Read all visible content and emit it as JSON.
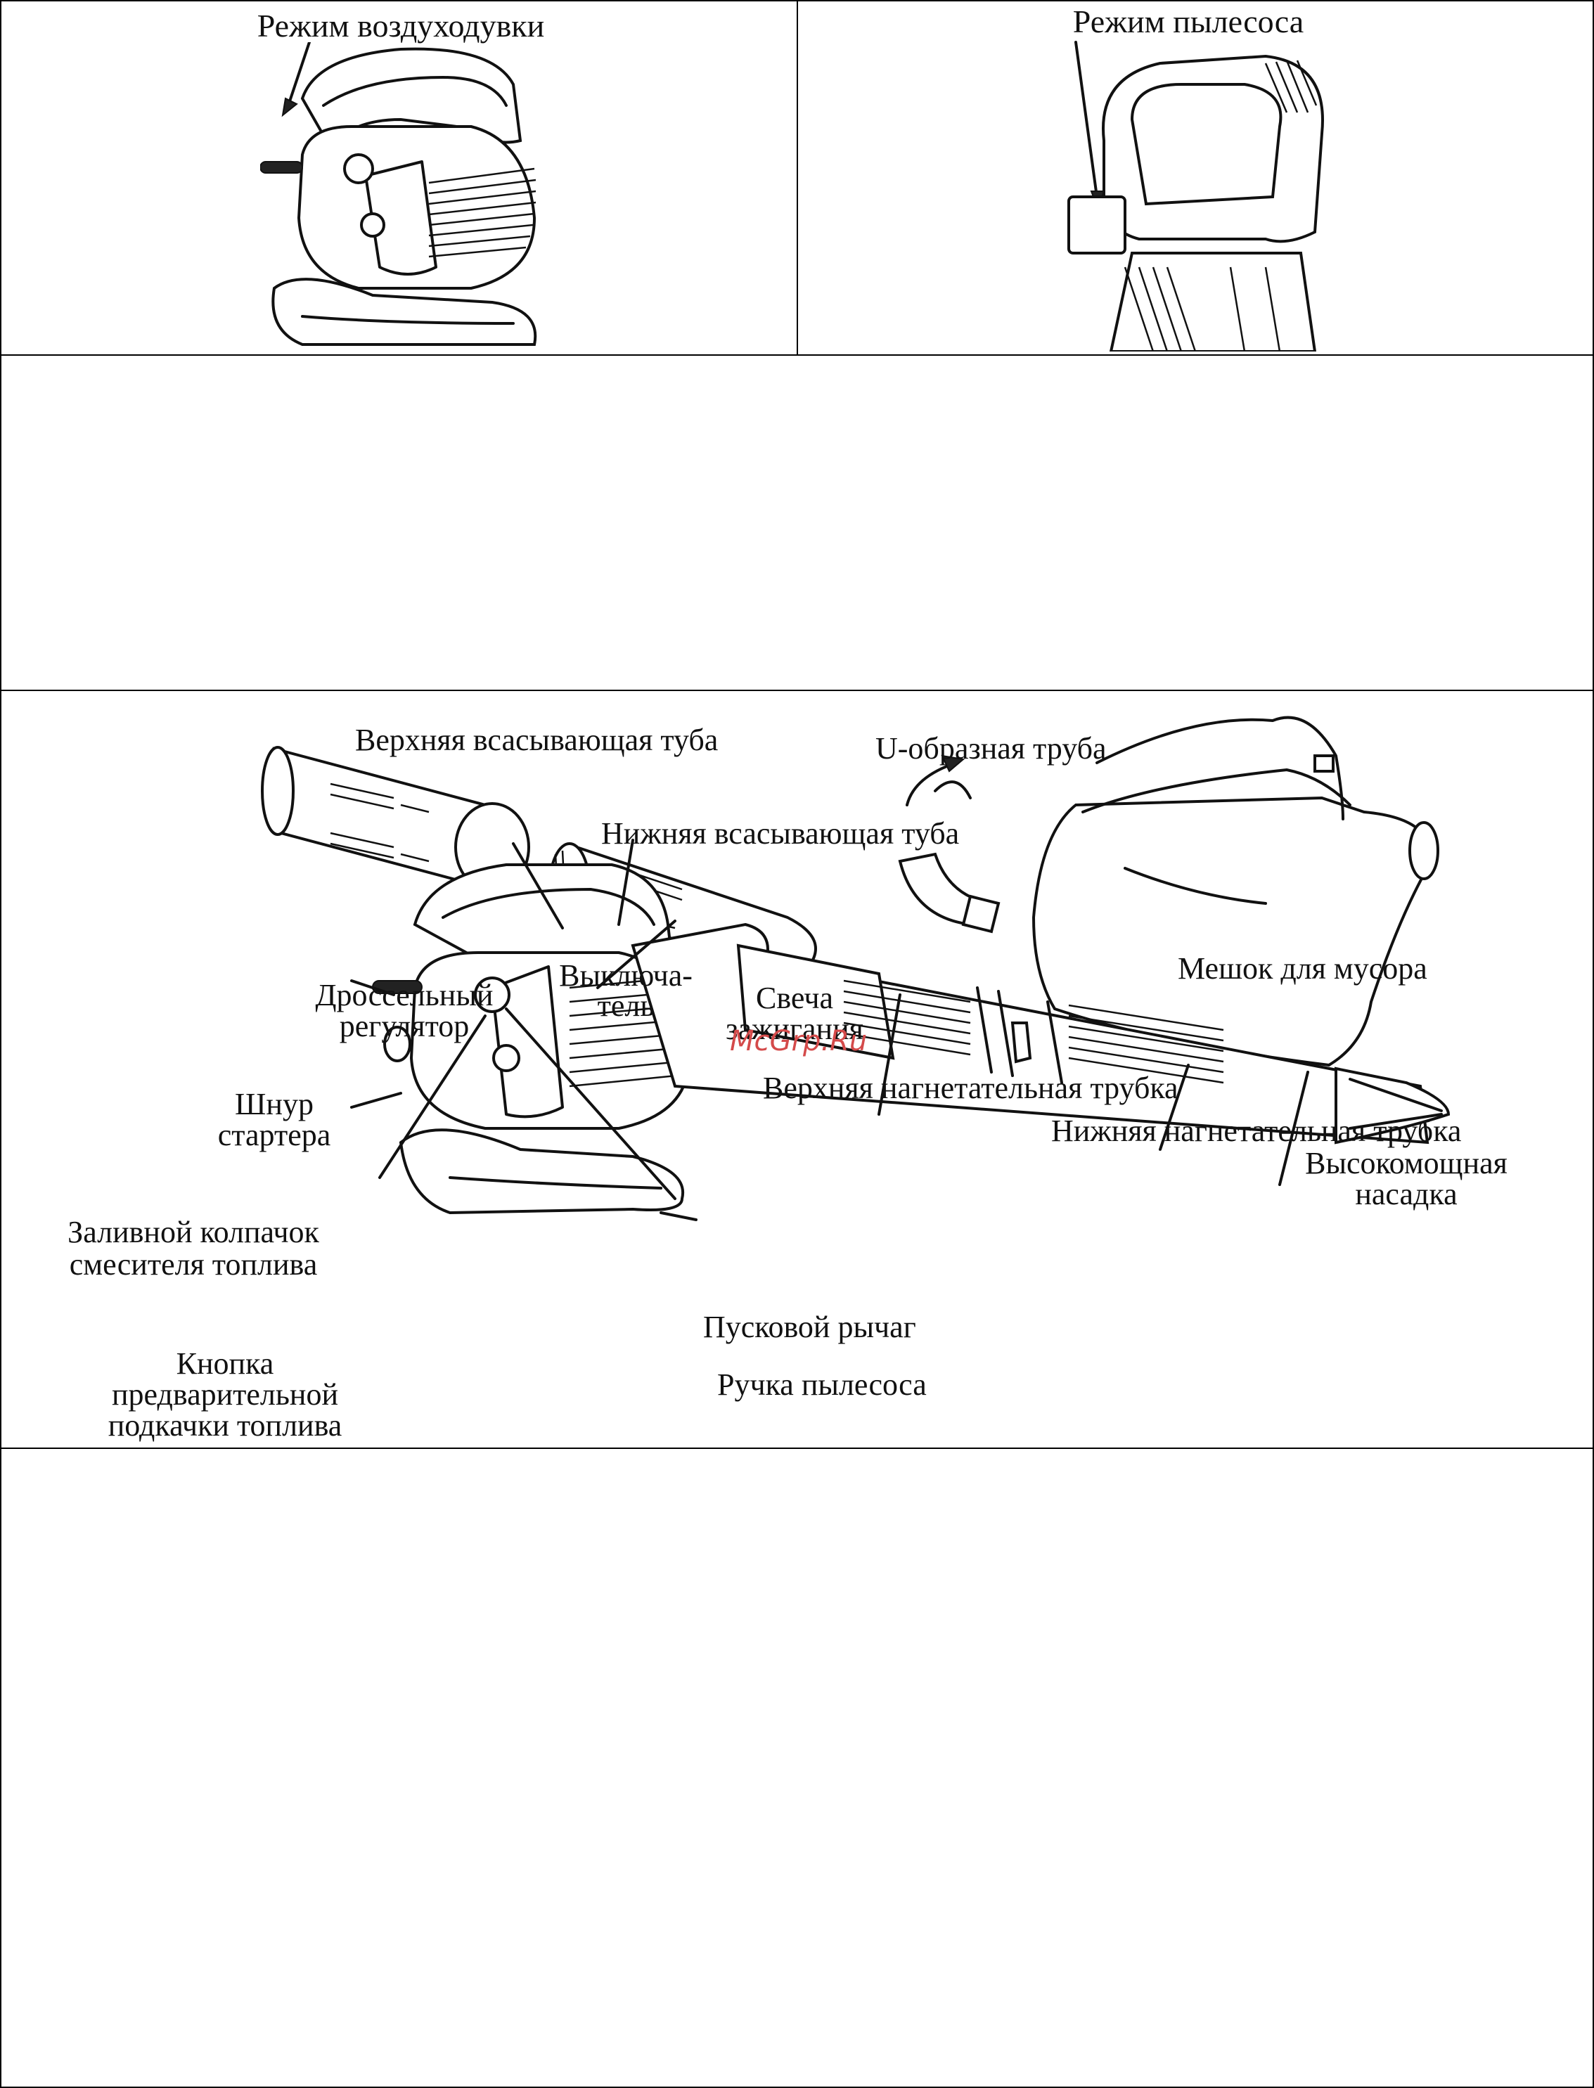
{
  "top_left_caption": "Режим воздуходувки",
  "top_right_caption": "Режим пылесоса",
  "parts": {
    "upper_suction_tube": "Верхняя всасывающая туба",
    "lower_suction_tube": "Нижняя всасывающая туба",
    "u_pipe": "U-образная труба",
    "debris_bag": "Мешок для мусора",
    "throttle_line1": "Дроссельный",
    "throttle_line2": "регулятор",
    "switch_line1": "Выключа-",
    "switch_line2": "тель",
    "spark_plug_line1": "Свеча",
    "spark_plug_line2": "зажигания",
    "upper_blower_tube": "Верхняя нагнетательная трубка",
    "lower_blower_tube": "Нижняя нагнетательная трубка",
    "nozzle_line1": "Высокомощная",
    "nozzle_line2": "насадка",
    "starter_cord_line1": "Шнур",
    "starter_cord_line2": "стартера",
    "fuel_cap_line1": "Заливной колпачок",
    "fuel_cap_line2": "смесителя топлива",
    "trigger": "Пусковой рычаг",
    "vacuum_handle": "Ручка пылесоса",
    "primer_line1": "Кнопка",
    "primer_line2": "предварительной",
    "primer_line3": "подкачки топлива"
  },
  "watermark": "McGrp.Ru"
}
